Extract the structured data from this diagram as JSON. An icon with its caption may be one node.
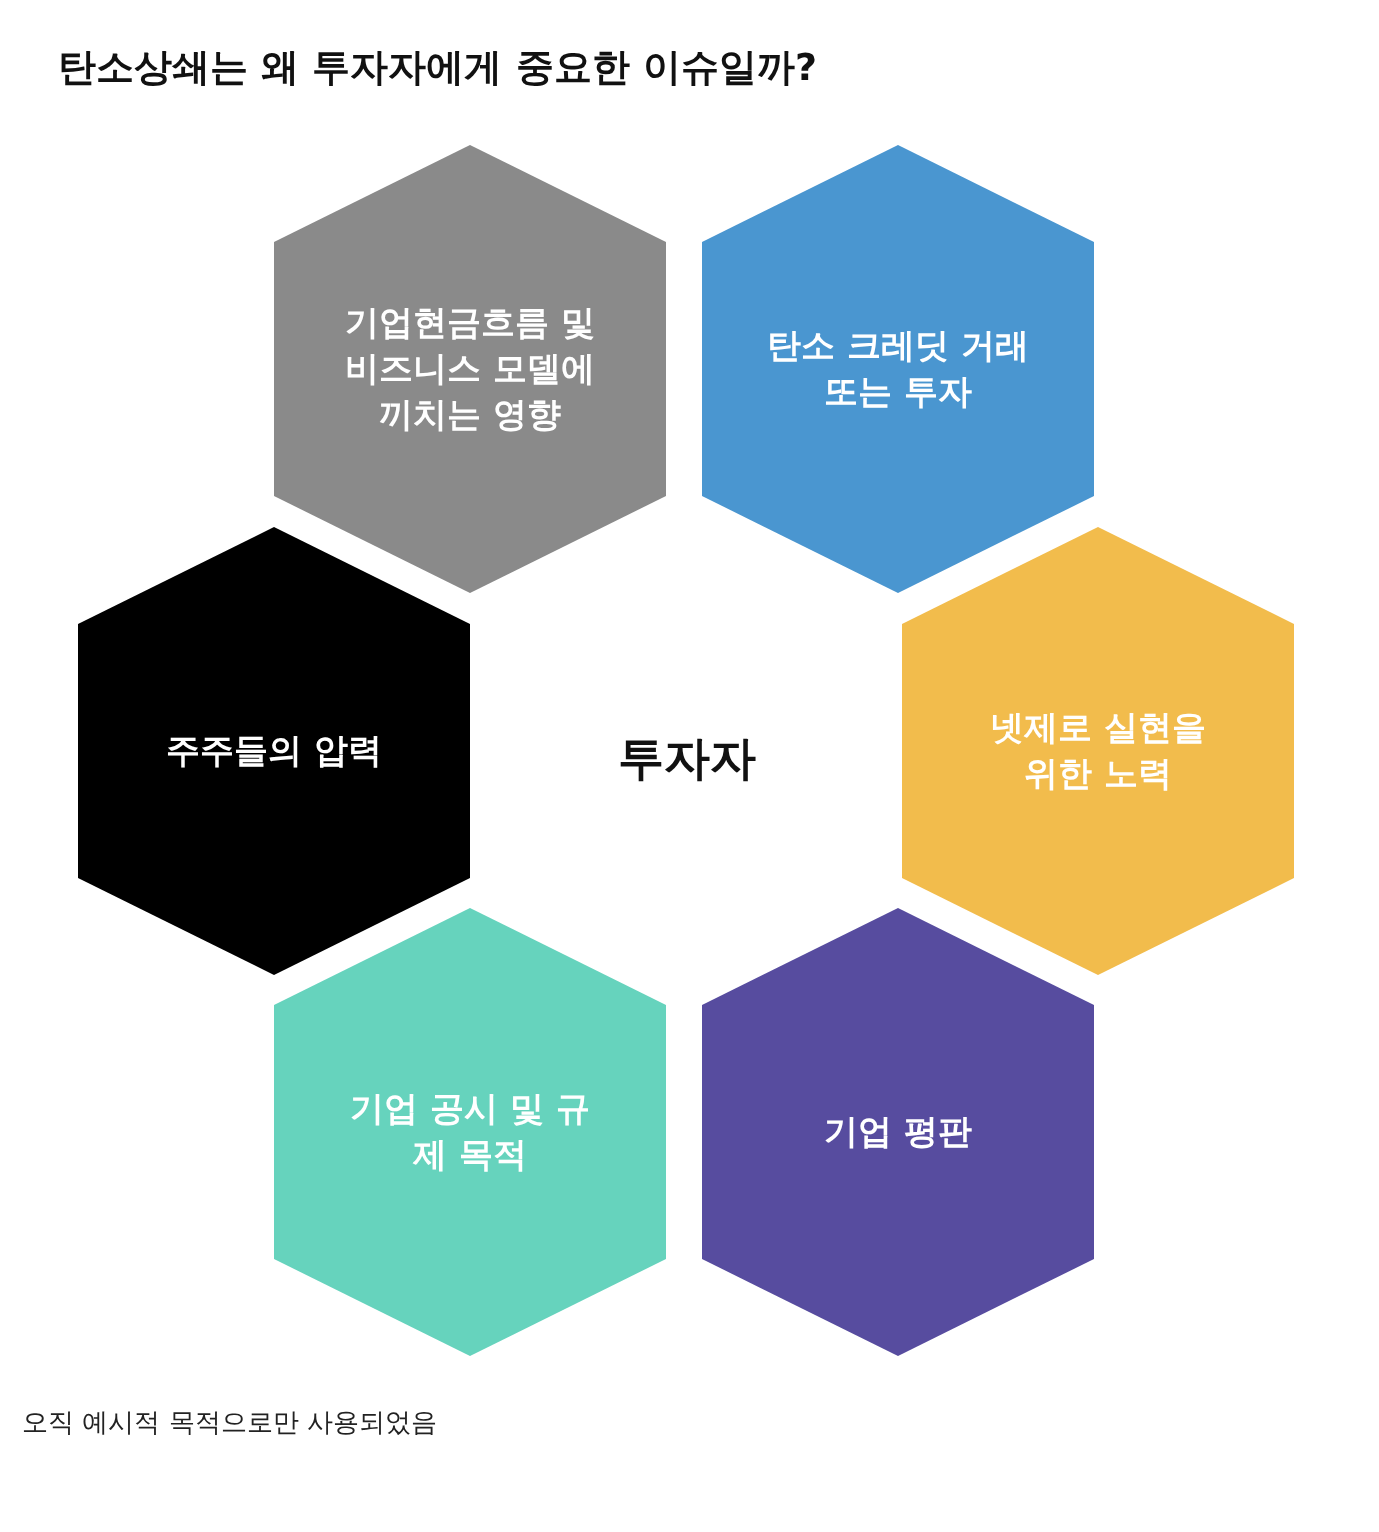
{
  "diagram": {
    "title": "탄소상쇄는 왜 투자자에게 중요한 이슈일까?",
    "caption": "오직 예시적 목적으로만 사용되었음",
    "nodes": [
      {
        "text": [
          "기업현금흐름 및 비즈니스 모델에 끼치는 영향"
        ]
      },
      {
        "text": [
          "탄소 크레딧 거래 또는 투자"
        ]
      },
      {
        "text": [
          "주주들의 압력"
        ]
      },
      {
        "text": [
          "넷제로 실현을 위한 노력"
        ]
      },
      {
        "text": [
          "기업 공시 및 규제 목적"
        ]
      },
      {
        "text": [
          "기업 평판"
        ]
      }
    ],
    "labels": [
      "투자자"
    ]
  }
}
